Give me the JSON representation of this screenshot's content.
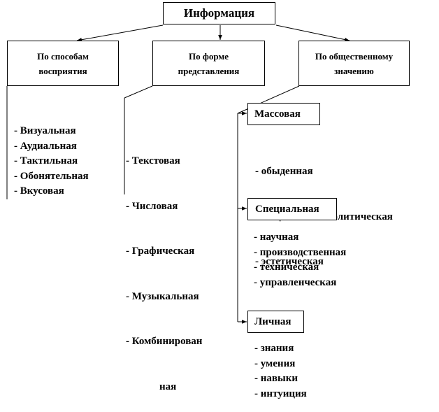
{
  "root": "Информация",
  "categories": [
    {
      "lines": [
        "По способам",
        "восприятия"
      ]
    },
    {
      "lines": [
        "По форме",
        "представления"
      ]
    },
    {
      "lines": [
        "По общественному",
        "значению"
      ]
    }
  ],
  "perception_items": [
    "- Визуальная",
    "- Аудиальная",
    "- Тактильная",
    "- Обонятельная",
    "- Вкусовая"
  ],
  "form_items": [
    "-   Текстовая",
    "-   Числовая",
    "-   Графическая",
    "-   Музыкальная",
    "-   Комбинирован",
    "ная"
  ],
  "social_groups": [
    {
      "label": "Массовая",
      "items": [
        "-   обыденная",
        "-   общественно-политическая",
        "-   эстетическая"
      ]
    },
    {
      "label": "Специальная",
      "items": [
        "- научная",
        "- производственная",
        "- техническая",
        "- управленческая"
      ]
    },
    {
      "label": "Личная",
      "items": [
        "- знания",
        "- умения",
        "- навыки",
        "- интуиция"
      ]
    }
  ]
}
